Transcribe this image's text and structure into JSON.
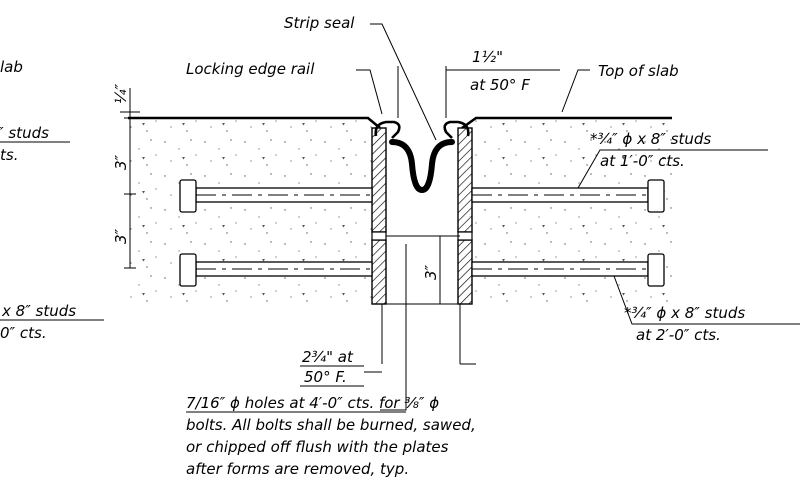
{
  "labels": {
    "strip_seal": "Strip seal",
    "locking_edge_rail": "Locking edge rail",
    "gap_top_value": "1½\"",
    "gap_top_temp": "at 50° F",
    "top_of_slab": "Top of slab",
    "slab_partial": "lab",
    "left_studs_top_line1": "″ studs",
    "left_studs_top_line2": "ts.",
    "right_studs_top_line1": "*¾″ ϕ x 8″ studs",
    "right_studs_top_line2": "at 1′-0″ cts.",
    "left_studs_bottom_line1": "x 8″ studs",
    "left_studs_bottom_line2": "0″ cts.",
    "right_studs_bottom_line1": "*¾″ ϕ x 8″ studs",
    "right_studs_bottom_line2": "at 2′-0″ cts.",
    "gap_bottom_value": "2¾\" at",
    "gap_bottom_temp": "50° F.",
    "note_line1": "7/16″ ϕ holes at 4′-0″ cts. for ⅜″ ϕ",
    "note_line2": "bolts. All bolts shall be burned, sawed,",
    "note_line3": "or chipped off flush with the plates",
    "note_line4": "after forms are removed, typ."
  },
  "dimensions": {
    "quarter": "¼″",
    "three_a": "3″",
    "three_b": "3″",
    "three_c": "3″"
  }
}
